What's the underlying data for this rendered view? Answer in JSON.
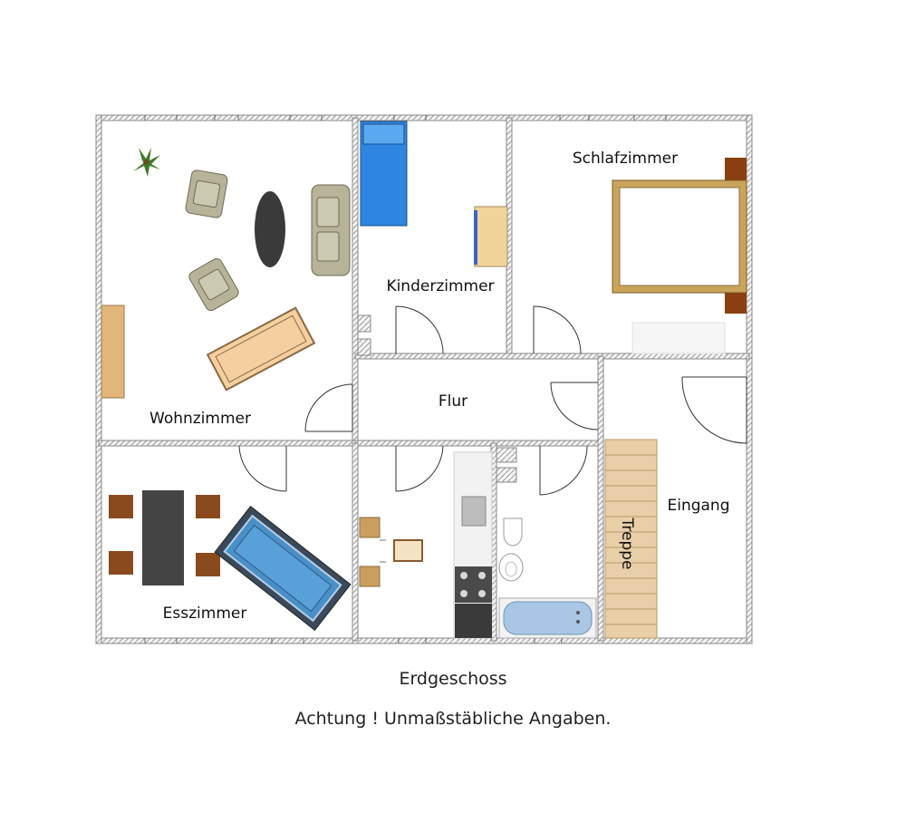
{
  "rooms": {
    "wohnzimmer": "Wohnzimmer",
    "kinderzimmer": "Kinderzimmer",
    "schlafzimmer": "Schlafzimmer",
    "flur": "Flur",
    "esszimmer": "Esszimmer",
    "eingang": "Eingang",
    "treppe": "Treppe"
  },
  "captions": {
    "floor": "Erdgeschoss",
    "note": "Achtung ! Unmaßstäbliche Angaben."
  },
  "colors": {
    "wall": "#8c8c8c",
    "bed_frame": "#c9a45a",
    "stairs": "#e8cfa8",
    "blue_furniture": "#2f86e0",
    "dark_table": "#3d3d3d",
    "chair": "#8b4a1e",
    "rug_blue": "#4a90c8",
    "rug_beige": "#f6cfa0"
  }
}
